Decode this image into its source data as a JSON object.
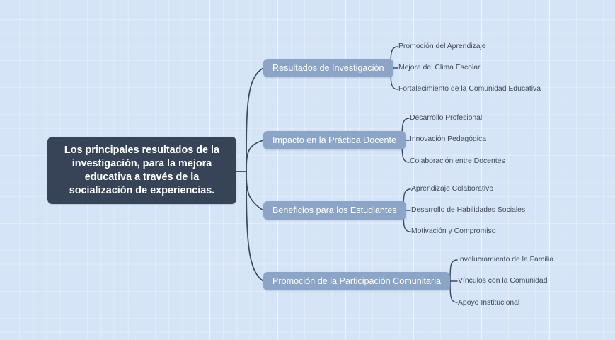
{
  "diagram": {
    "type": "mind-map",
    "title_text": "Los principales resultados de la investigación, para la mejora educativa a través de la socialización de experiencias.",
    "colors": {
      "background": "#d6e4f7",
      "root_fill": "#374357",
      "root_text": "#ffffff",
      "branch_fill": "#8ca5c6",
      "branch_text": "#ffffff",
      "leaf_text": "#3f4a5c",
      "connector": "#3c4a60"
    },
    "root": {
      "label": "Los principales resultados de la\ninvestigación, para la mejora\neducativa a través de la\nsocialización de experiencias."
    },
    "branches": [
      {
        "label": "Resultados de Investigación",
        "leaves": [
          "Promoción del Aprendizaje",
          "Mejora del Clima Escolar",
          "Fortalecimiento de la Comunidad Educativa"
        ]
      },
      {
        "label": "Impacto en la Práctica Docente",
        "leaves": [
          "Desarrollo Profesional",
          "Innovación Pedagógica",
          "Colaboración entre Docentes"
        ]
      },
      {
        "label": "Beneficios para los Estudiantes",
        "leaves": [
          "Aprendizaje Colaborativo",
          "Desarrollo de Habilidades Sociales",
          "Motivación y Compromiso"
        ]
      },
      {
        "label": "Promoción de la Participación Comunitaria",
        "leaves": [
          "Involucramiento de la Familia",
          "Vínculos con la Comunidad",
          "Apoyo Institucional"
        ]
      }
    ]
  }
}
